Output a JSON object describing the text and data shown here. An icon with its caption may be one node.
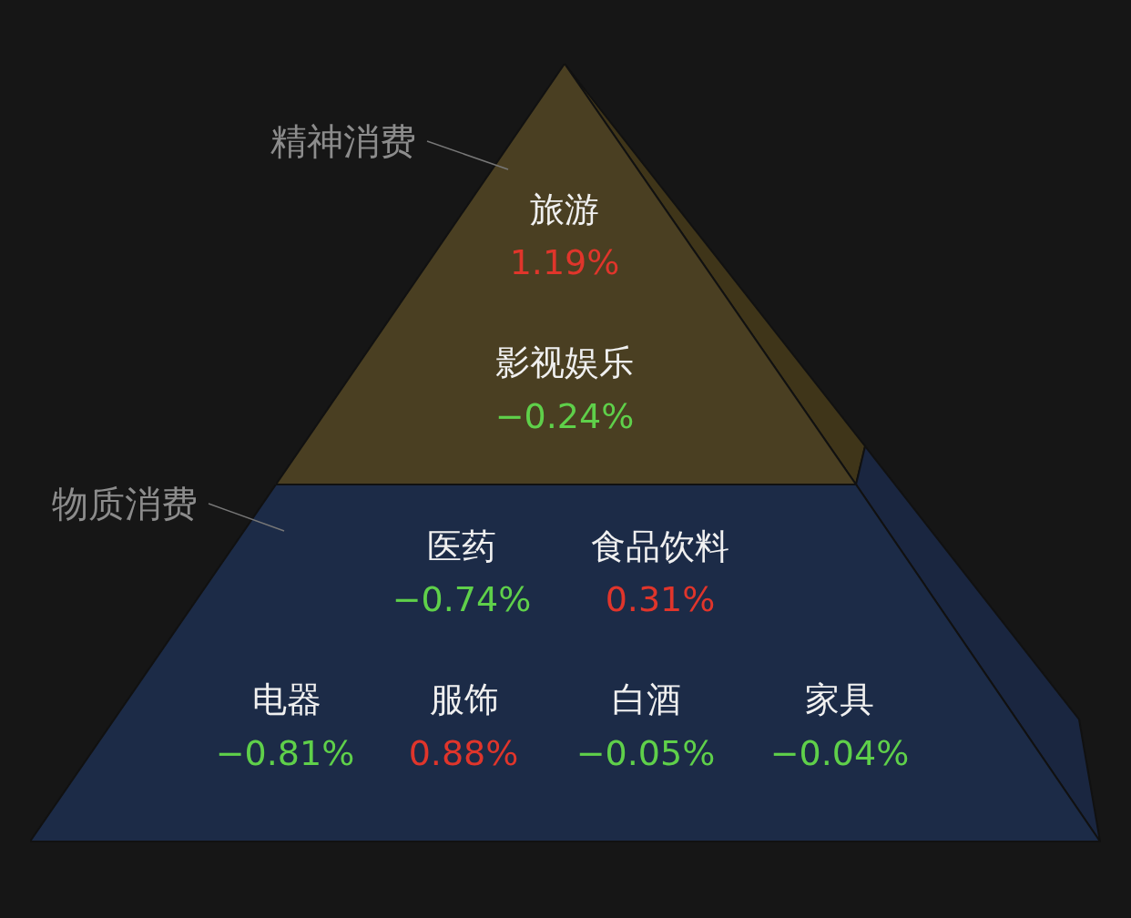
{
  "diagram": {
    "nodes": [
      {
        "text": [
          "精神消费"
        ]
      },
      {
        "text": [
          "旅游",
          "1.19%",
          "影视娱乐",
          "−0.24%"
        ]
      },
      {
        "text": [
          "物质消费"
        ]
      },
      {
        "text": [
          "医药",
          "−0.74%",
          "食品饮料",
          "0.31%",
          "电器",
          "−0.81%",
          "服饰",
          "0.88%",
          "白酒",
          "−0.05%",
          "家具",
          "−0.04%"
        ]
      }
    ],
    "edges": [
      {
        "from": 0,
        "to": 1,
        "arrow": "none"
      },
      {
        "from": 2,
        "to": 3,
        "arrow": "none"
      }
    ]
  }
}
